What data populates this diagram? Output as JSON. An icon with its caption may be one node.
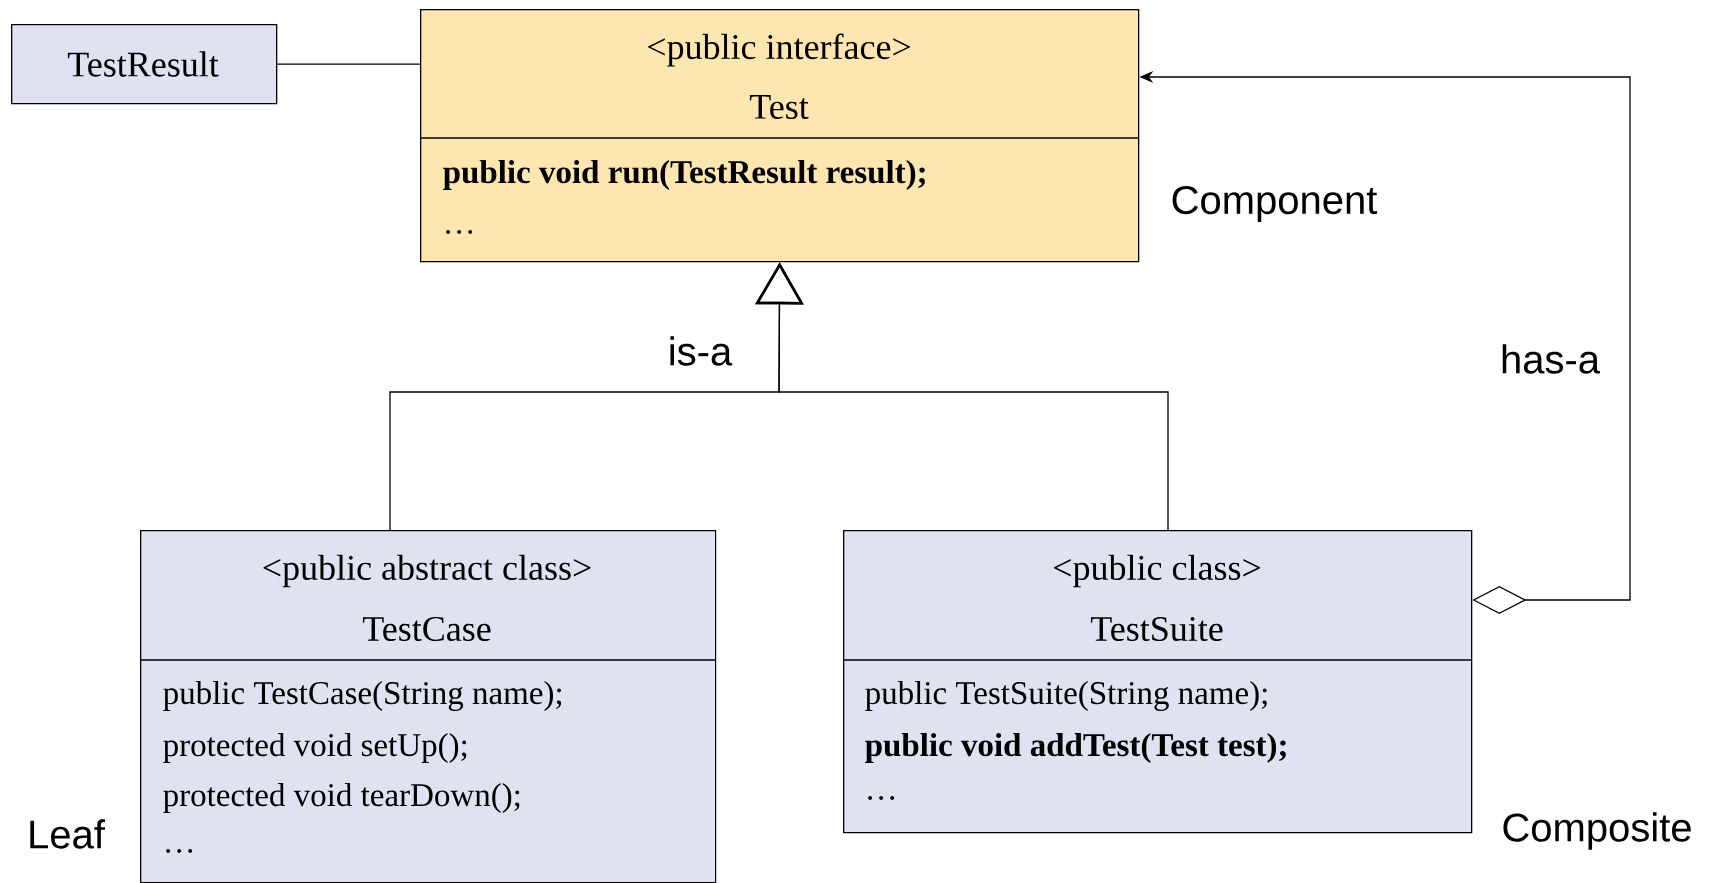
{
  "diagram": {
    "nodes": [
      {
        "text": [
          "TestResult"
        ]
      },
      {
        "text": [
          "<public interface>",
          "Test",
          "**public void run(TestResult result);**",
          "…"
        ],
        "beside": [
          "Component"
        ]
      },
      {
        "text": [
          "<public abstract class>",
          "TestCase",
          "public TestCase(String name);",
          "protected void setUp();",
          "protected void tearDown();",
          "…"
        ],
        "beside": [
          "Leaf"
        ]
      },
      {
        "text": [
          "<public class>",
          "TestSuite",
          "public TestSuite(String name);",
          "**public void addTest(Test test);**",
          "…"
        ],
        "beside": [
          "Composite"
        ]
      }
    ],
    "edges": [
      {
        "from": 0,
        "to": 1,
        "arrow": "none"
      },
      {
        "from": 2,
        "to": 1,
        "arrow": "to",
        "label": "is-a"
      },
      {
        "from": 3,
        "to": 1,
        "arrow": "to"
      },
      {
        "from": 3,
        "to": 1,
        "arrow": "to",
        "label": "has-a"
      }
    ]
  }
}
